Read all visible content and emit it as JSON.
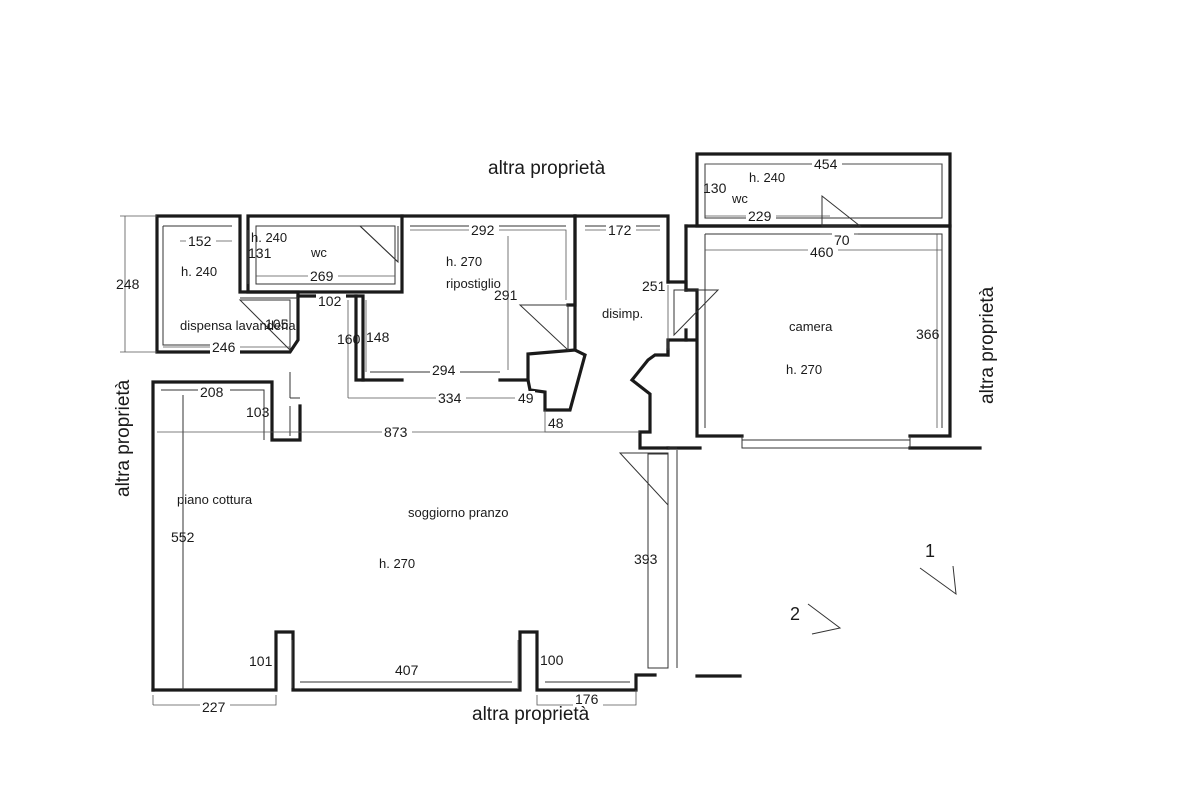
{
  "boundaries": {
    "top": "altra proprietà",
    "bottom": "altra proprietà",
    "left": "altra proprietà",
    "right": "altra proprietà"
  },
  "rooms": {
    "dispensa": {
      "height": "h. 240",
      "name": "dispensa lavanderia",
      "dim_width": "152",
      "dim_depth": "248",
      "dim_bottom": "246",
      "dim_door": "105"
    },
    "wc_small": {
      "height": "h. 240",
      "name": "wc",
      "dim_width": "269",
      "dim_depth": "131"
    },
    "ripostiglio": {
      "height": "h. 270",
      "name": "ripostiglio",
      "dim_top": "292",
      "dim_depth": "291",
      "dim_bottom": "294",
      "dim_left": "148"
    },
    "disimpegno": {
      "name": "disimp.",
      "dim_top": "172",
      "dim_depth": "251"
    },
    "wc_top": {
      "height": "h. 240",
      "name": "wc",
      "dim_top": "454",
      "dim_mid": "229",
      "dim_depth": "130",
      "dim_door": "70"
    },
    "camera": {
      "name": "camera",
      "height": "h. 270",
      "dim_top": "460",
      "dim_depth": "366"
    },
    "soggiorno": {
      "name": "soggiorno pranzo",
      "height": "h. 270",
      "kitchen": "piano cottura",
      "dim_length": "873",
      "dim_depth_left": "552",
      "dim_depth_right": "393",
      "dim_bottom_mid": "407",
      "dim_bottom_left": "227",
      "dim_bottom_right": "176",
      "dim_notch_left": "101",
      "dim_notch_right": "100",
      "dim_top_left": "208",
      "dim_notch_top": "103"
    }
  },
  "dims_misc": {
    "d102": "102",
    "d160": "160",
    "d334": "334",
    "d49": "49",
    "d48": "48"
  },
  "view_markers": {
    "one": "1",
    "two": "2"
  }
}
